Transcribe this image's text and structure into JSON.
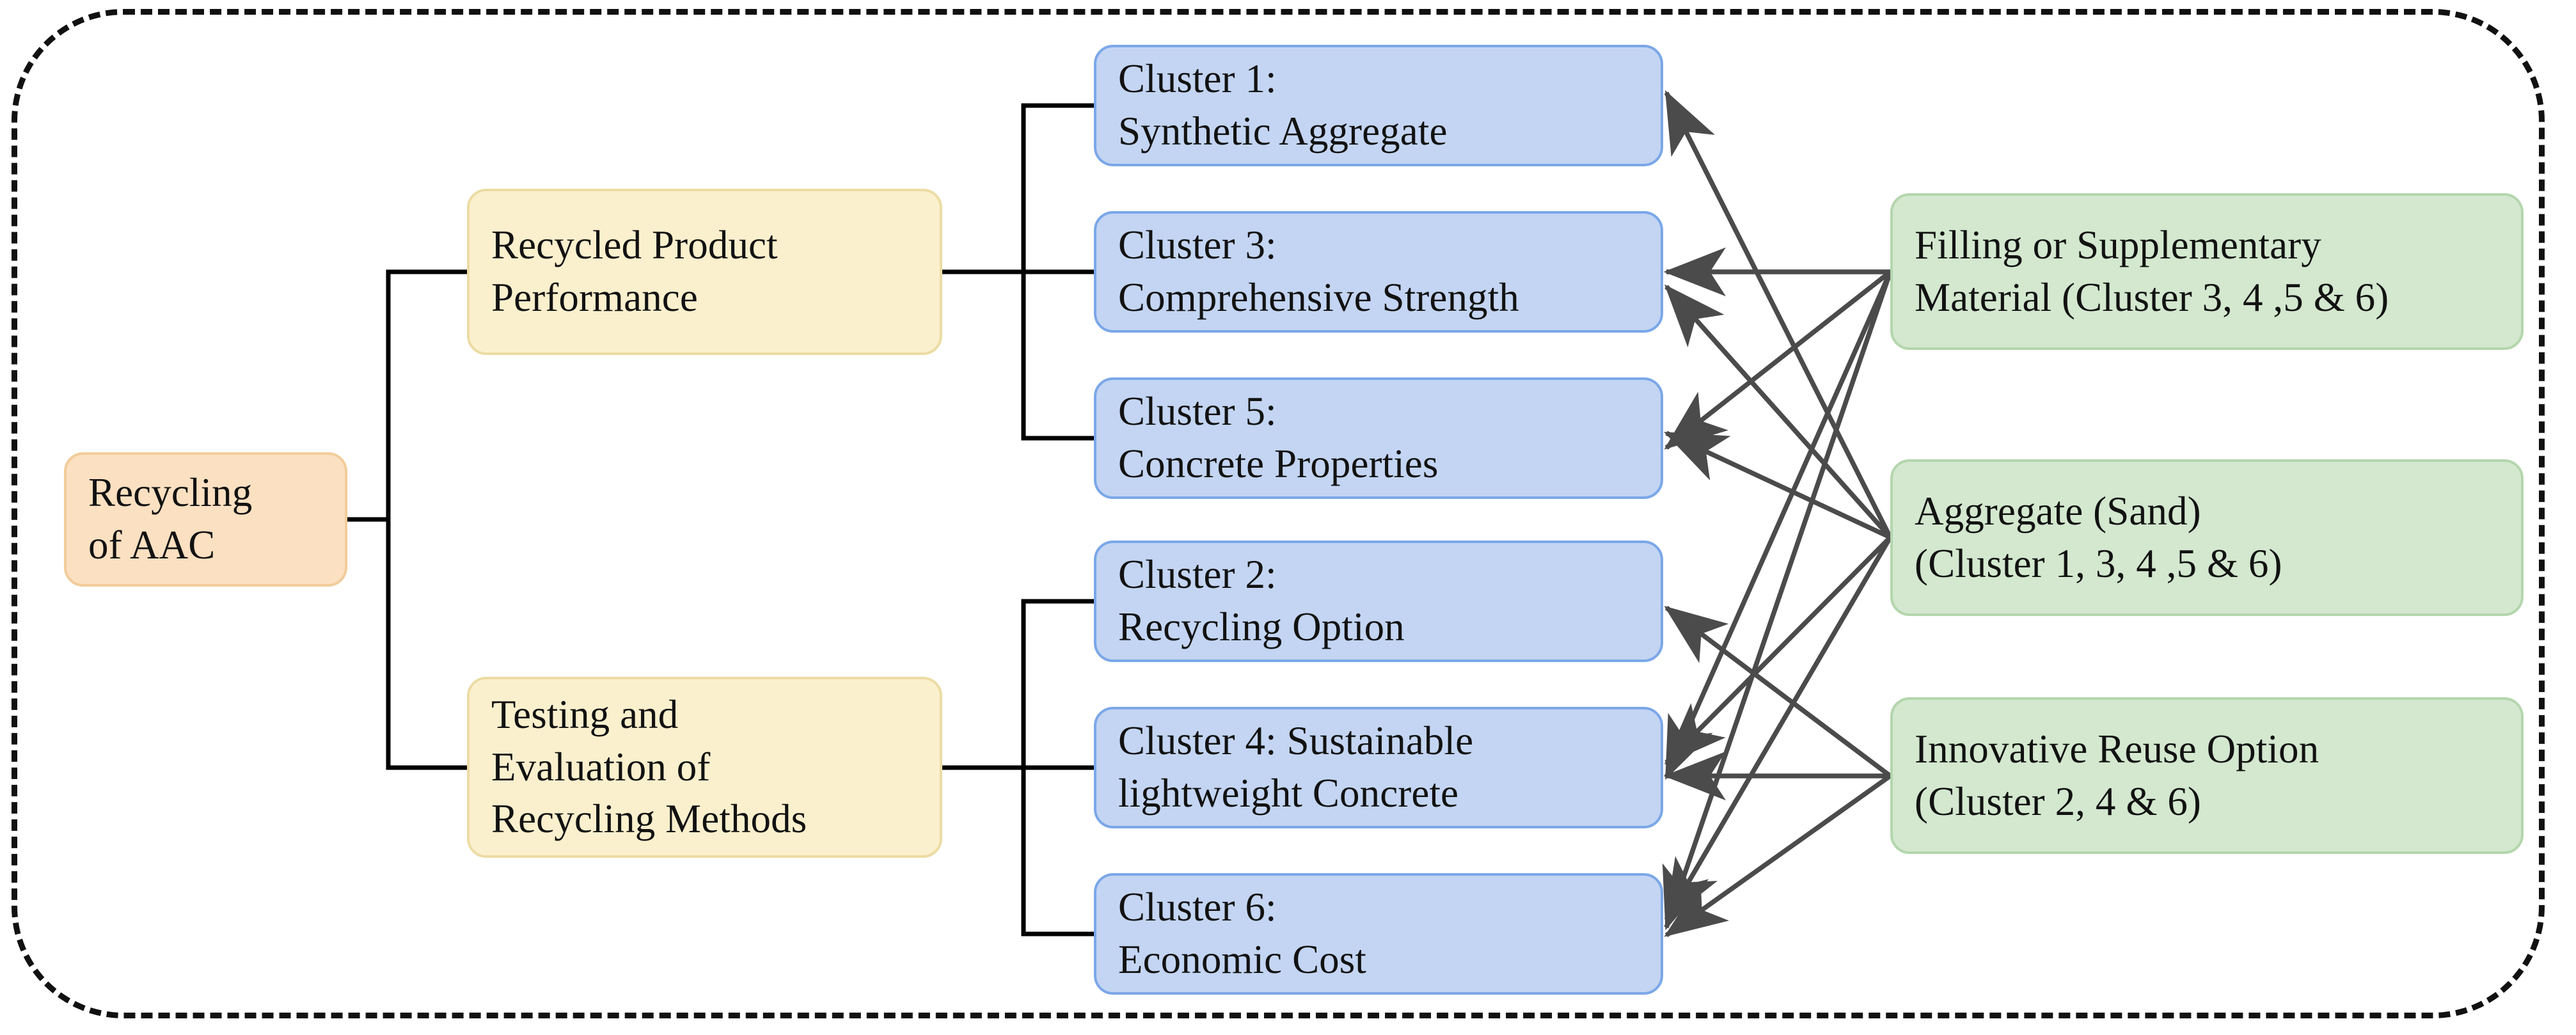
{
  "diagram": {
    "title_root": "Recycling of AAC",
    "frame_style": "dashed-rounded-rectangle",
    "colors": {
      "root_fill": "#fbe0c1",
      "root_border": "#f2cc9a",
      "branch_fill": "#fbf0cd",
      "branch_border": "#ecdca4",
      "cluster_fill": "#c3d5f2",
      "cluster_border": "#7ba7e8",
      "target_fill": "#d3e8cf",
      "target_border": "#b4d6ad",
      "tree_line": "#000000",
      "arrow_line": "#4b4b4b",
      "frame": "#111111",
      "text": "#121212"
    },
    "root": {
      "id": "recycling-of-aac",
      "lines": [
        "Recycling",
        "of AAC"
      ]
    },
    "branches": [
      {
        "id": "recycled-product-performance",
        "lines": [
          "Recycled Product",
          "Performance"
        ]
      },
      {
        "id": "testing-and-evaluation",
        "lines": [
          "Testing and",
          "Evaluation of",
          "Recycling Methods"
        ]
      }
    ],
    "clusters": [
      {
        "id": "cluster-1",
        "lines": [
          "Cluster 1:",
          "Synthetic Aggregate"
        ]
      },
      {
        "id": "cluster-3",
        "lines": [
          "Cluster 3:",
          "Comprehensive Strength"
        ]
      },
      {
        "id": "cluster-5",
        "lines": [
          "Cluster 5:",
          "Concrete Properties"
        ]
      },
      {
        "id": "cluster-2",
        "lines": [
          "Cluster 2:",
          "Recycling Option"
        ]
      },
      {
        "id": "cluster-4",
        "lines": [
          "Cluster 4: Sustainable",
          "lightweight Concrete"
        ]
      },
      {
        "id": "cluster-6",
        "lines": [
          "Cluster 6:",
          "Economic Cost"
        ]
      }
    ],
    "targets": [
      {
        "id": "filling-or-supplementary-material",
        "lines": [
          "Filling or Supplementary",
          "Material (Cluster 3, 4 ,5 & 6)"
        ],
        "links_to": [
          "cluster-3",
          "cluster-4",
          "cluster-5",
          "cluster-6"
        ]
      },
      {
        "id": "aggregate-sand",
        "lines": [
          "Aggregate (Sand)",
          "(Cluster 1, 3, 4 ,5 & 6)"
        ],
        "links_to": [
          "cluster-1",
          "cluster-3",
          "cluster-4",
          "cluster-5",
          "cluster-6"
        ]
      },
      {
        "id": "innovative-reuse-option",
        "lines": [
          "Innovative Reuse Option",
          "(Cluster 2, 4 & 6)"
        ],
        "links_to": [
          "cluster-2",
          "cluster-4",
          "cluster-6"
        ]
      }
    ],
    "tree_edges": [
      {
        "from": "recycling-of-aac",
        "to": "recycled-product-performance"
      },
      {
        "from": "recycling-of-aac",
        "to": "testing-and-evaluation"
      },
      {
        "from": "recycled-product-performance",
        "to": "cluster-1"
      },
      {
        "from": "recycled-product-performance",
        "to": "cluster-3"
      },
      {
        "from": "recycled-product-performance",
        "to": "cluster-5"
      },
      {
        "from": "testing-and-evaluation",
        "to": "cluster-2"
      },
      {
        "from": "testing-and-evaluation",
        "to": "cluster-4"
      },
      {
        "from": "testing-and-evaluation",
        "to": "cluster-6"
      }
    ]
  }
}
